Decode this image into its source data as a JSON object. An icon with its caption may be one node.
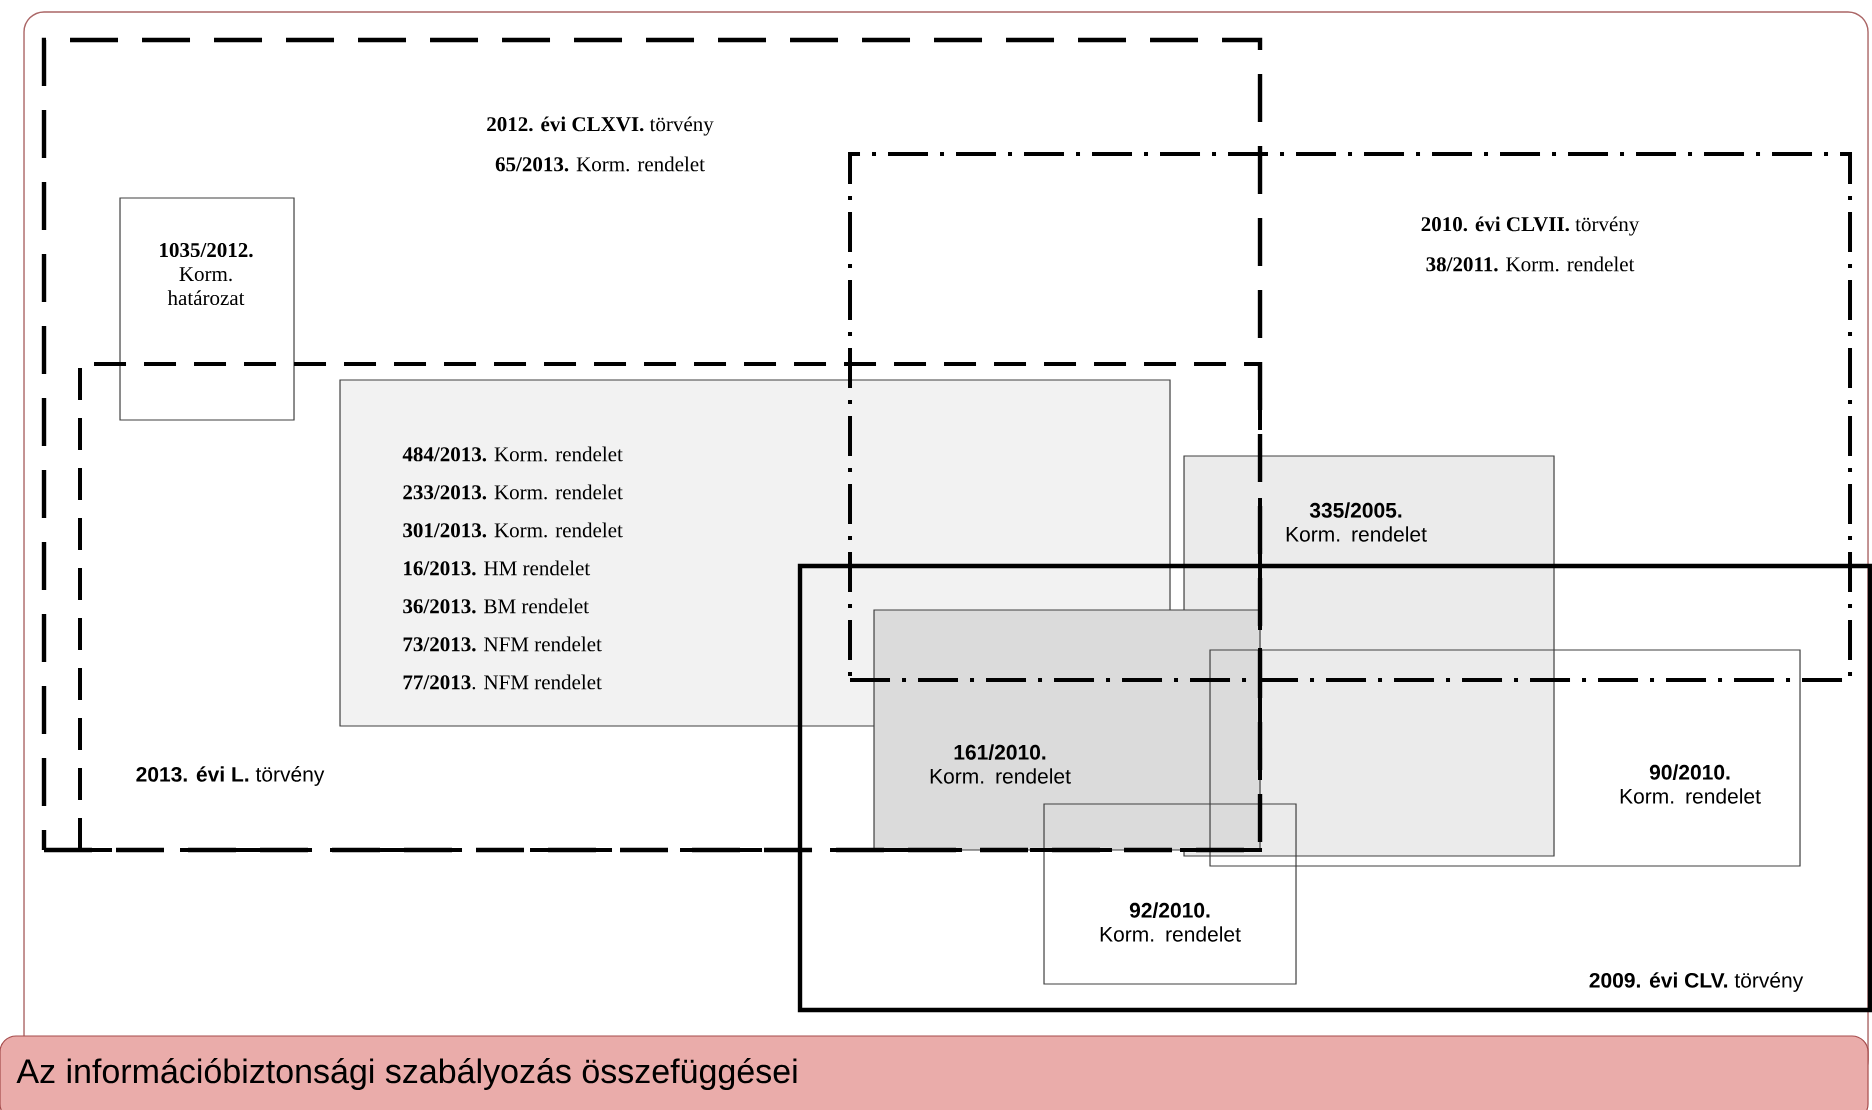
{
  "diagram": {
    "title": "Az információbiztonsági szabályozás összefüggései",
    "nodes": [
      {
        "text": [
          "**2012. évi CLXVI.** törvény",
          "**65/2013.** Korm. rendelet"
        ]
      },
      {
        "text": [
          "**1035/2012.** Korm. határozat"
        ],
        "in": 0
      },
      {
        "text": [
          "**2013. évi L.** törvény"
        ],
        "in": 0
      },
      {
        "text": [
          "**484/2013.** Korm. rendelet",
          "**233/2013.** Korm. rendelet",
          "**301/2013.** Korm. rendelet",
          "**16/2013.** HM rendelet",
          "**36/2013.** BM rendelet",
          "**73/2013.** NFM rendelet",
          "**77/2013**. NFM rendelet"
        ],
        "in": 2
      },
      {
        "text": [
          "**2010. évi CLVII.** törvény",
          "**38/2011.** Korm. rendelet"
        ]
      },
      {
        "text": [
          "**335/2005.** Korm. rendelet"
        ]
      },
      {
        "text": [
          "**2009. évi CLV.** törvény"
        ]
      },
      {
        "text": [
          "**161/2010.** Korm. rendelet"
        ]
      },
      {
        "text": [
          "**90/2010.** Korm. rendelet"
        ],
        "in": 6
      },
      {
        "text": [
          "**92/2010.** Korm. rendelet"
        ],
        "in": 6
      }
    ]
  }
}
